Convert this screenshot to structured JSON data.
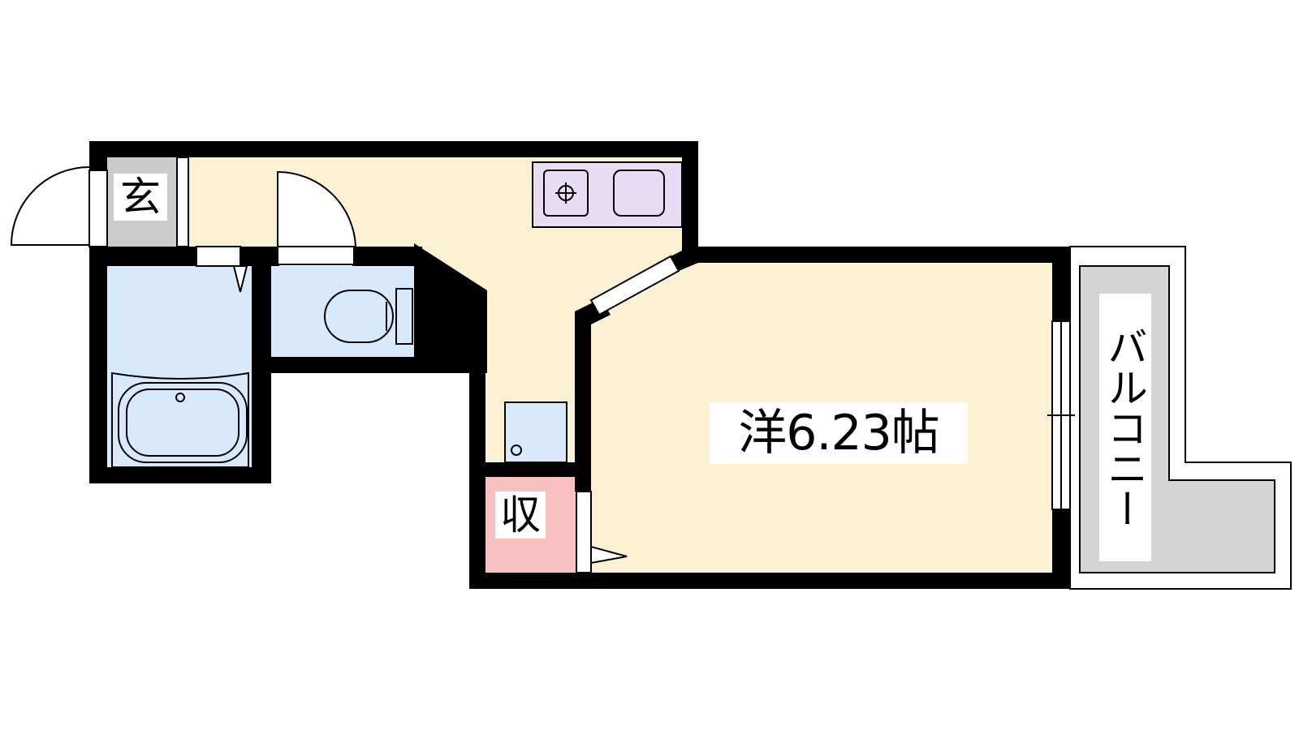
{
  "labels": {
    "genkan": "玄",
    "storage": "収",
    "room": "洋6.23帖",
    "balcony": "バルコニー"
  },
  "colors": {
    "wall": "#000000",
    "living_floor": "#fdf1d3",
    "wet_area": "#d9e9fc",
    "storage": "#f9c0c0",
    "kitchen": "#e8dcf5",
    "genkan_floor": "#cbcbcb",
    "balcony": "#d4d4d4",
    "background": "#ffffff"
  }
}
